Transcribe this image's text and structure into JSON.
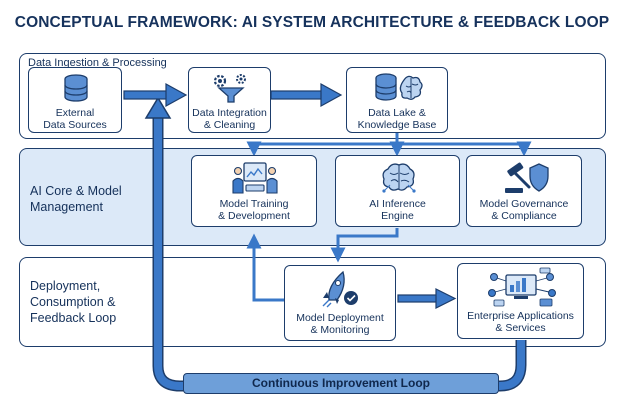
{
  "title": "CONCEPTUAL FRAMEWORK: AI SYSTEM ARCHITECTURE & FEEDBACK LOOP",
  "sections": {
    "ingestion": {
      "label": "Data Ingestion & Processing"
    },
    "core": {
      "label": "AI Core & Model\nManagement"
    },
    "deployment": {
      "label": "Deployment,\nConsumption &\nFeedback Loop"
    }
  },
  "nodes": {
    "external_sources": {
      "label": "External\nData Sources",
      "icon": "database-icon"
    },
    "integration": {
      "label": "Data Integration\n& Cleaning",
      "icon": "gear-funnel-icon"
    },
    "data_lake": {
      "label": "Data Lake &\nKnowledge Base",
      "icon": "database-brain-icon"
    },
    "training": {
      "label": "Model Training\n& Development",
      "icon": "team-screen-icon"
    },
    "inference": {
      "label": "AI Inference\nEngine",
      "icon": "brain-circuit-icon"
    },
    "governance": {
      "label": "Model Governance\n& Compliance",
      "icon": "gavel-shield-icon"
    },
    "deployment": {
      "label": "Model Deployment\n& Monitoring",
      "icon": "rocket-icon"
    },
    "enterprise": {
      "label": "Enterprise Applications\n& Services",
      "icon": "apps-network-icon"
    }
  },
  "loop": {
    "label": "Continuous Improvement Loop"
  },
  "colors": {
    "outline": "#1d3d6b",
    "arrow": "#3a78c8",
    "core_fill": "#dce9f8",
    "loop_fill": "#6e9fd9"
  }
}
